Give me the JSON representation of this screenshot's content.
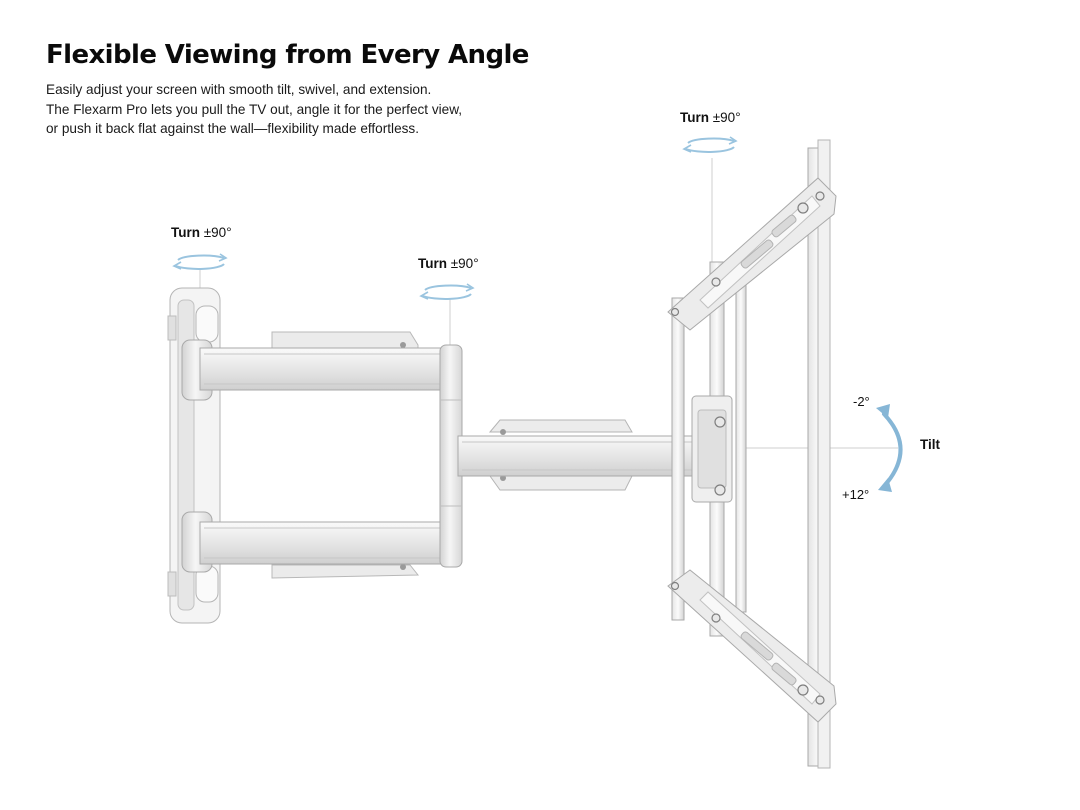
{
  "headline": "Flexible Viewing from Every Angle",
  "description": [
    "Easily adjust your screen with smooth tilt, swivel, and extension.",
    "The Flexarm Pro lets you pull the TV out, angle it for the perfect view,",
    "or push it back flat against the wall—flexibility made effortless."
  ],
  "callouts": {
    "wall_joint": {
      "word": "Turn",
      "value": "±90°"
    },
    "elbow_joint": {
      "word": "Turn",
      "value": "±90°"
    },
    "tv_joint": {
      "word": "Turn",
      "value": "±90°"
    }
  },
  "tilt": {
    "label": "Tilt",
    "up": "-2°",
    "down": "+12°"
  },
  "colors": {
    "rotation_arrow": "#9ac4df",
    "tilt_arrow": "#86b6d6",
    "metal_light": "#f3f3f3",
    "metal_mid": "#dcdcdc",
    "metal_edge": "#a9a9a9",
    "guide_line": "#c9c9c9"
  }
}
